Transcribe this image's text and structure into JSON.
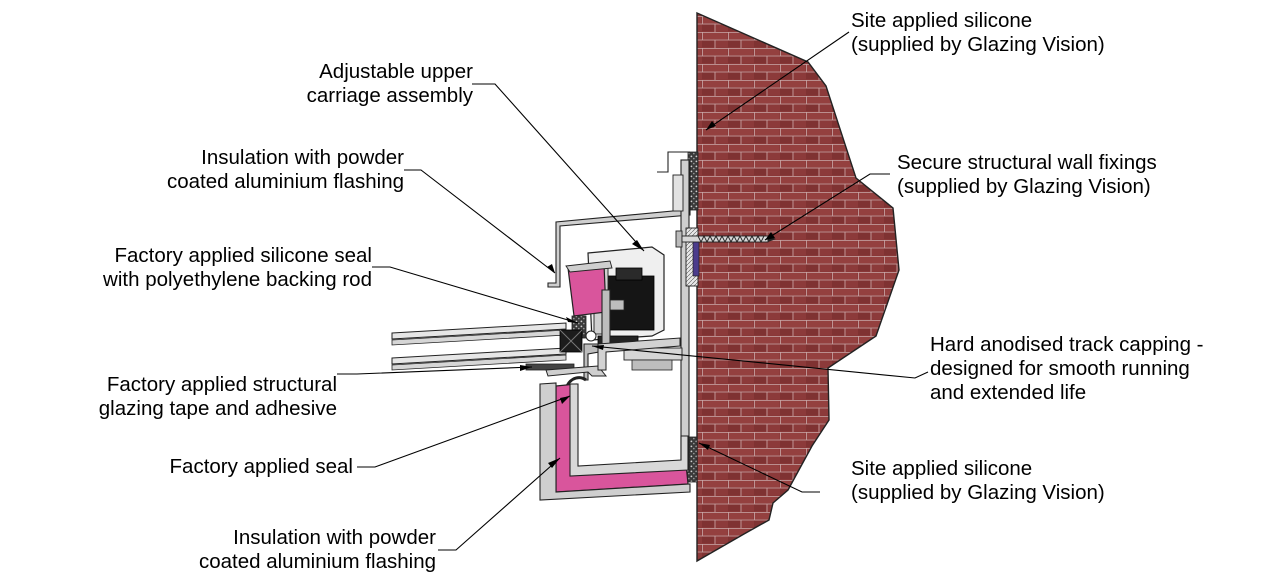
{
  "colors": {
    "brick": "#8e3b3b",
    "mortar": "#c9b4b4",
    "insulation": "#d9559c",
    "aluminium": "#c8c8c8",
    "outline": "#222222"
  },
  "labels": {
    "site_silicone_top": {
      "line1": "Site applied silicone",
      "line2": "(supplied by Glazing Vision)"
    },
    "upper_carriage": {
      "line1": "Adjustable upper",
      "line2": "carriage assembly"
    },
    "insulation_top": {
      "line1": "Insulation with powder",
      "line2": "coated aluminium flashing"
    },
    "wall_fixings": {
      "line1": "Secure structural wall fixings",
      "line2": "(supplied by Glazing Vision)"
    },
    "factory_silicone_seal": {
      "line1": "Factory applied silicone seal",
      "line2": "with polyethylene backing rod"
    },
    "track_capping": {
      "line1": "Hard anodised track capping -",
      "line2": "designed for smooth running",
      "line3": "and extended life"
    },
    "glazing_tape": {
      "line1": "Factory applied structural",
      "line2": "glazing tape and adhesive"
    },
    "factory_seal": {
      "line1": "Factory applied seal"
    },
    "site_silicone_bottom": {
      "line1": "Site applied silicone",
      "line2": "(supplied by Glazing Vision)"
    },
    "insulation_bottom": {
      "line1": "Insulation with powder",
      "line2": "coated aluminium flashing"
    }
  }
}
